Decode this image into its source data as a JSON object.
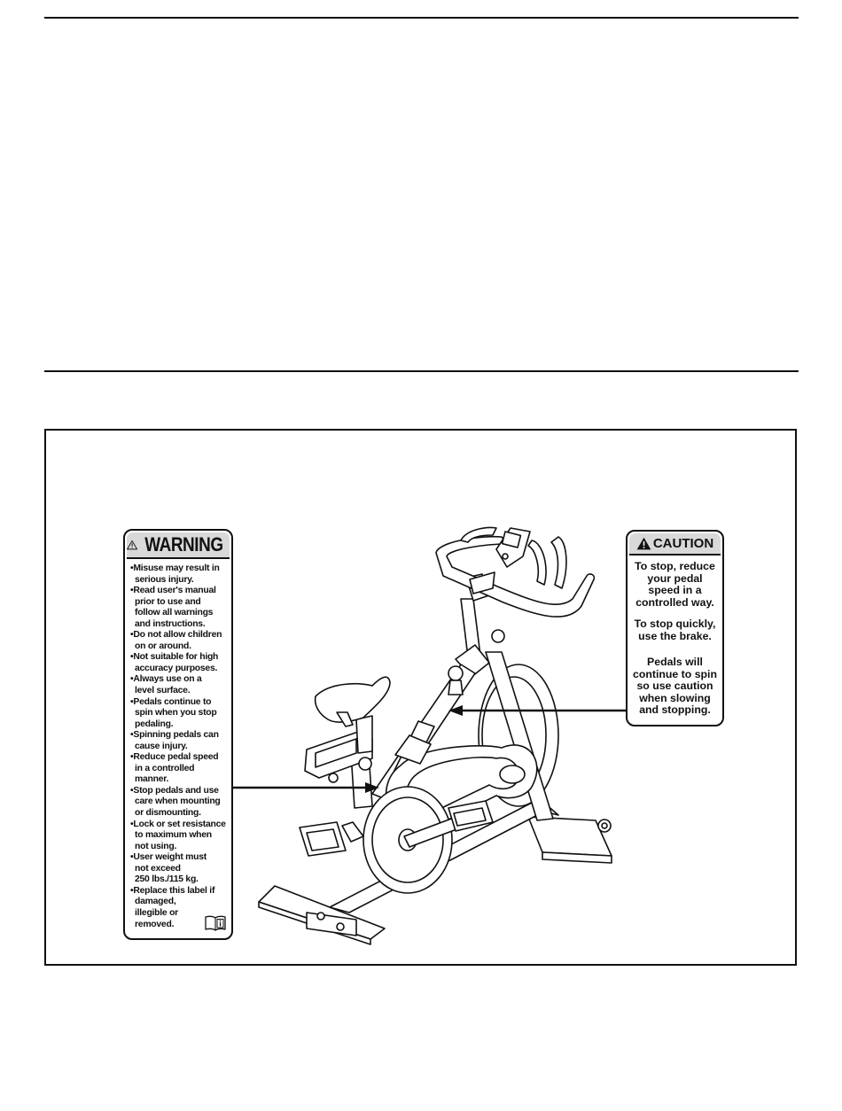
{
  "warning_label": {
    "title": "WARNING",
    "items": [
      "Misuse may result in\nserious injury.",
      "Read user's manual\nprior to use and\nfollow all warnings\nand instructions.",
      "Do not allow children\non or around.",
      "Not suitable for high\naccuracy purposes.",
      "Always use on a\nlevel surface.",
      "Pedals continue to\nspin when you stop\npedaling.",
      "Spinning pedals can\ncause injury.",
      "Reduce pedal speed\nin a controlled\nmanner.",
      "Stop pedals and use\ncare when mounting\nor dismounting.",
      "Lock or set resistance\nto maximum when\nnot using.",
      "User weight must\nnot exceed\n250 lbs./115 kg.",
      "Replace this label if\ndamaged,\nillegible or\nremoved."
    ],
    "icon": "manual-info-icon"
  },
  "caution_label": {
    "title": "CAUTION",
    "paragraphs": [
      "To stop, reduce\nyour pedal\nspeed in a\ncontrolled way.",
      "To stop quickly,\nuse the brake.",
      "Pedals will\ncontinue to spin\nso use caution\nwhen slowing\nand stopping."
    ],
    "icon": "alert-triangle-icon"
  },
  "figure": {
    "illustration": "exercise-bike"
  }
}
